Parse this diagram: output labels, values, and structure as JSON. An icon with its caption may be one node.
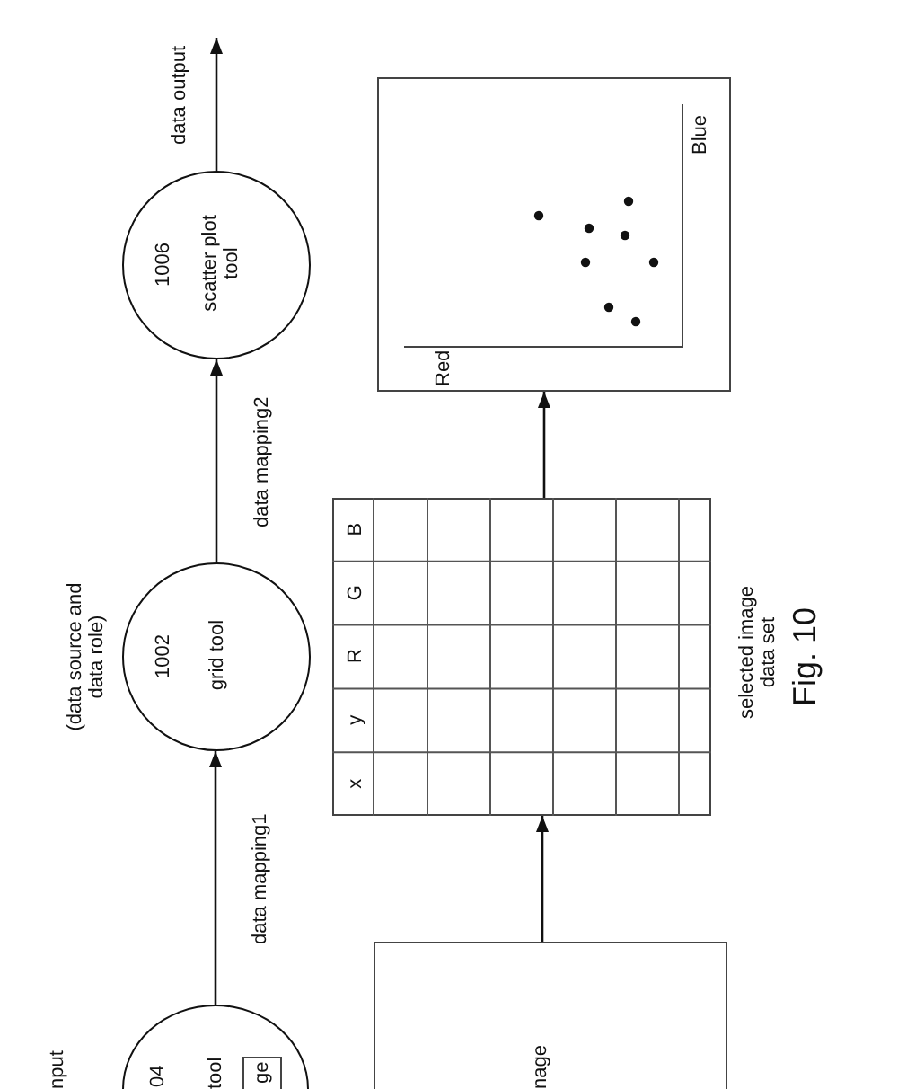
{
  "diagram": {
    "caption": "Fig. 10",
    "nodes": [
      {
        "text": [
          "04",
          "tool"
        ],
        "beside": [
          "nput"
        ]
      },
      {
        "text": [
          "ge"
        ],
        "in": 0
      },
      {
        "text": [
          "1002",
          "grid tool"
        ],
        "beside": [
          "(data source and data role)"
        ]
      },
      {
        "text": [
          "1006",
          "scatter plot tool"
        ]
      },
      {
        "text": [
          "nage"
        ]
      },
      {
        "text": [
          "x",
          "y",
          "R",
          "G",
          "B"
        ],
        "beside": [
          "selected image data set"
        ]
      },
      {
        "text": [
          "Red",
          "Blue"
        ]
      }
    ],
    "edges": [
      {
        "from": 0,
        "to": 2,
        "arrow": "to",
        "label": "data mapping1"
      },
      {
        "from": 2,
        "to": 3,
        "arrow": "to",
        "label": "data mapping2"
      },
      {
        "from": 3,
        "to": null,
        "arrow": "to",
        "label": "data output"
      },
      {
        "from": 4,
        "to": 5,
        "arrow": "to"
      },
      {
        "from": 5,
        "to": 6,
        "arrow": "to"
      }
    ]
  }
}
